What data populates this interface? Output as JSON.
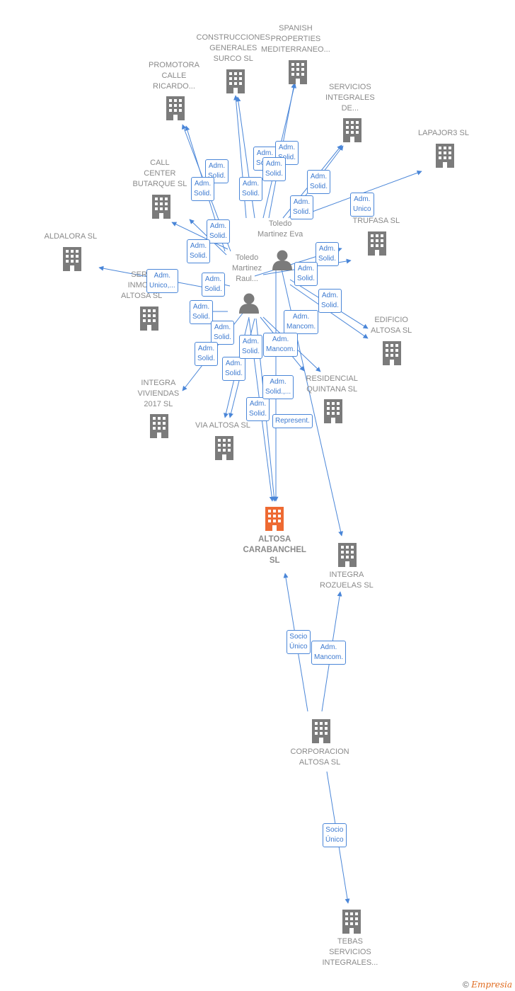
{
  "colors": {
    "edge": "#4a86d8",
    "company": "#7b7b7b",
    "focus": "#ee6a32",
    "person": "#7b7b7b"
  },
  "companies": [
    {
      "id": "altosa",
      "label": "ALTOSA\nCARABANCHEL\nSL",
      "main": true
    },
    {
      "id": "construcciones",
      "label": "CONSTRUCCIONES\nGENERALES\nSURCO SL"
    },
    {
      "id": "spanish",
      "label": "SPANISH\nPROPERTIES\nMEDITERRANEO..."
    },
    {
      "id": "promotora",
      "label": "PROMOTORA\nCALLE\nRICARDO..."
    },
    {
      "id": "servicios_integrales",
      "label": "SERVICIOS\nINTEGRALES\nDE..."
    },
    {
      "id": "lapajor3",
      "label": "LAPAJOR3  SL"
    },
    {
      "id": "call_center",
      "label": "CALL\nCENTER\nBUTARQUE SL"
    },
    {
      "id": "trufasa",
      "label": "TRUFASA SL"
    },
    {
      "id": "aldalora",
      "label": "ALDALORA  SL"
    },
    {
      "id": "servicios_inmob",
      "label": "SERV\nINMOBI\nALTOSA  SL"
    },
    {
      "id": "edificio",
      "label": "EDIFICIO\nALTOSA  SL"
    },
    {
      "id": "integra_viviendas",
      "label": "INTEGRA\nVIVIENDAS\n2017  SL"
    },
    {
      "id": "residencial",
      "label": "RESIDENCIAL\nQUINTANA  SL"
    },
    {
      "id": "via_altosa",
      "label": "VIA ALTOSA  SL"
    },
    {
      "id": "integra_rozuelas",
      "label": "INTEGRA\nROZUELAS  SL"
    },
    {
      "id": "corporacion",
      "label": "CORPORACION\nALTOSA SL"
    },
    {
      "id": "tebas",
      "label": "TEBAS\nSERVICIOS\nINTEGRALES..."
    }
  ],
  "persons": [
    {
      "id": "eva",
      "label": "Toledo\nMartinez Eva"
    },
    {
      "id": "raul",
      "label": "Toledo\nMartinez\nRaul..."
    }
  ],
  "relations": [
    "Adm.\nSolid.",
    "Adm.\nSolid.",
    "Adm.\nSolid.",
    "Adm.\nSolid.",
    "Adm.\nSolid.",
    "Adm.\nSolid.",
    "Adm.\nSolid.",
    "Adm.\nSolid.",
    "Adm.\nSolid.",
    "Adm.\nSolid.",
    "Adm.\nSolid.",
    "Adm.\nSolid.",
    "Adm.\nSolid.",
    "Adm.\nSolid.",
    "Adm.\nSolid.",
    "Adm.\nSolid.",
    "Adm.\nSolid.",
    "Adm.\nSolid.",
    "Adm.\nSolid.",
    "Adm.\nSolid.",
    "Adm.\nSolid.,...",
    "Adm.\nUnico",
    "Adm.\nUnico,...",
    "Adm.\nMancom.",
    "Adm.\nMancom.",
    "Represent.",
    "Socio\nÚnico",
    "Adm.\nMancom.",
    "Socio\nÚnico"
  ],
  "footer": {
    "copyright": "©",
    "brand": "Empresia"
  }
}
